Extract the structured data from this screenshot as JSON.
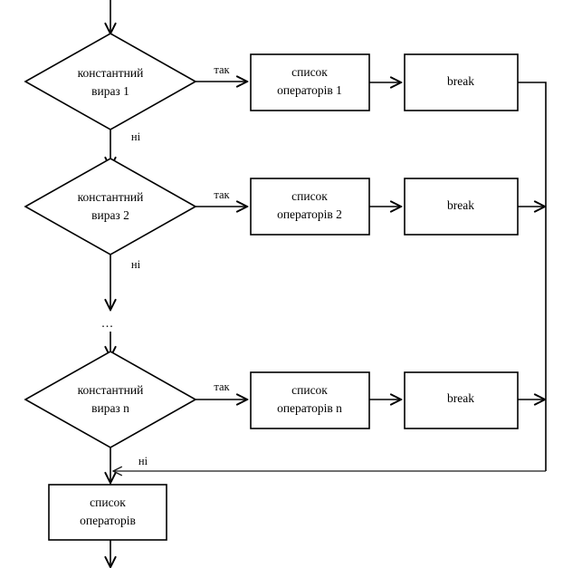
{
  "diagram": {
    "title": "switch statement flowchart",
    "language": "uk",
    "colors": {
      "stroke": "#000000",
      "fill": "#ffffff",
      "background": "#ffffff"
    },
    "rows": [
      {
        "condition": "константний вираз 1",
        "yes_label": "так",
        "no_label": "ні",
        "statements": "список операторів 1",
        "break_label": "break"
      },
      {
        "condition": "константний вираз 2",
        "yes_label": "так",
        "no_label": "ні",
        "statements": "список операторів 2",
        "break_label": "break"
      },
      {
        "condition": "константний вираз n",
        "yes_label": "так",
        "no_label": "ні",
        "statements": "список операторів n",
        "break_label": "break"
      }
    ],
    "ellipsis": "...",
    "default_statements": "список операторів",
    "condition_lines": {
      "row1": [
        "константний",
        "вираз 1"
      ],
      "row2": [
        "константний",
        "вираз 2"
      ],
      "row3": [
        "константний",
        "вираз n"
      ]
    },
    "statement_lines": {
      "row1": [
        "список",
        "операторів 1"
      ],
      "row2": [
        "список",
        "операторів 2"
      ],
      "row3": [
        "список",
        "операторів n"
      ],
      "default": [
        "список",
        "операторів"
      ]
    }
  }
}
